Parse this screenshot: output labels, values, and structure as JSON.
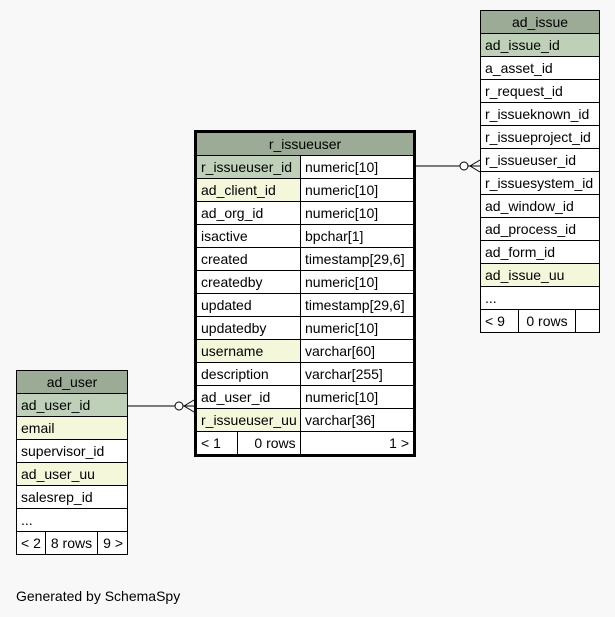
{
  "main_table": {
    "name": "r_issueuser",
    "columns": [
      {
        "name": "r_issueuser_id",
        "type": "numeric[10]",
        "kind": "pk"
      },
      {
        "name": "ad_client_id",
        "type": "numeric[10]",
        "kind": "ix"
      },
      {
        "name": "ad_org_id",
        "type": "numeric[10]",
        "kind": ""
      },
      {
        "name": "isactive",
        "type": "bpchar[1]",
        "kind": ""
      },
      {
        "name": "created",
        "type": "timestamp[29,6]",
        "kind": ""
      },
      {
        "name": "createdby",
        "type": "numeric[10]",
        "kind": ""
      },
      {
        "name": "updated",
        "type": "timestamp[29,6]",
        "kind": ""
      },
      {
        "name": "updatedby",
        "type": "numeric[10]",
        "kind": ""
      },
      {
        "name": "username",
        "type": "varchar[60]",
        "kind": "ix"
      },
      {
        "name": "description",
        "type": "varchar[255]",
        "kind": ""
      },
      {
        "name": "ad_user_id",
        "type": "numeric[10]",
        "kind": ""
      },
      {
        "name": "r_issueuser_uu",
        "type": "varchar[36]",
        "kind": "ix"
      }
    ],
    "footer": {
      "parents": "< 1",
      "rows": "0 rows",
      "children": "1 >"
    }
  },
  "ad_issue": {
    "name": "ad_issue",
    "columns": [
      {
        "name": "ad_issue_id",
        "kind": "pk"
      },
      {
        "name": "a_asset_id",
        "kind": ""
      },
      {
        "name": "r_request_id",
        "kind": ""
      },
      {
        "name": "r_issueknown_id",
        "kind": ""
      },
      {
        "name": "r_issueproject_id",
        "kind": ""
      },
      {
        "name": "r_issueuser_id",
        "kind": ""
      },
      {
        "name": "r_issuesystem_id",
        "kind": ""
      },
      {
        "name": "ad_window_id",
        "kind": ""
      },
      {
        "name": "ad_process_id",
        "kind": ""
      },
      {
        "name": "ad_form_id",
        "kind": ""
      },
      {
        "name": "ad_issue_uu",
        "kind": "ix"
      },
      {
        "name": "...",
        "kind": ""
      }
    ],
    "footer": {
      "parents": "< 9",
      "rows": "0 rows"
    }
  },
  "ad_user": {
    "name": "ad_user",
    "columns": [
      {
        "name": "ad_user_id",
        "kind": "pk"
      },
      {
        "name": "email",
        "kind": "ix"
      },
      {
        "name": "supervisor_id",
        "kind": ""
      },
      {
        "name": "ad_user_uu",
        "kind": "ix"
      },
      {
        "name": "salesrep_id",
        "kind": ""
      },
      {
        "name": "...",
        "kind": ""
      }
    ],
    "footer": {
      "parents": "< 2",
      "rows": "8 rows",
      "children": "9 >"
    }
  },
  "colors": {
    "header": "#9bab96",
    "pk": "#bed1b8",
    "index": "#f4f7da",
    "background": "#f8f8f8"
  },
  "footer_text": "Generated by SchemaSpy"
}
